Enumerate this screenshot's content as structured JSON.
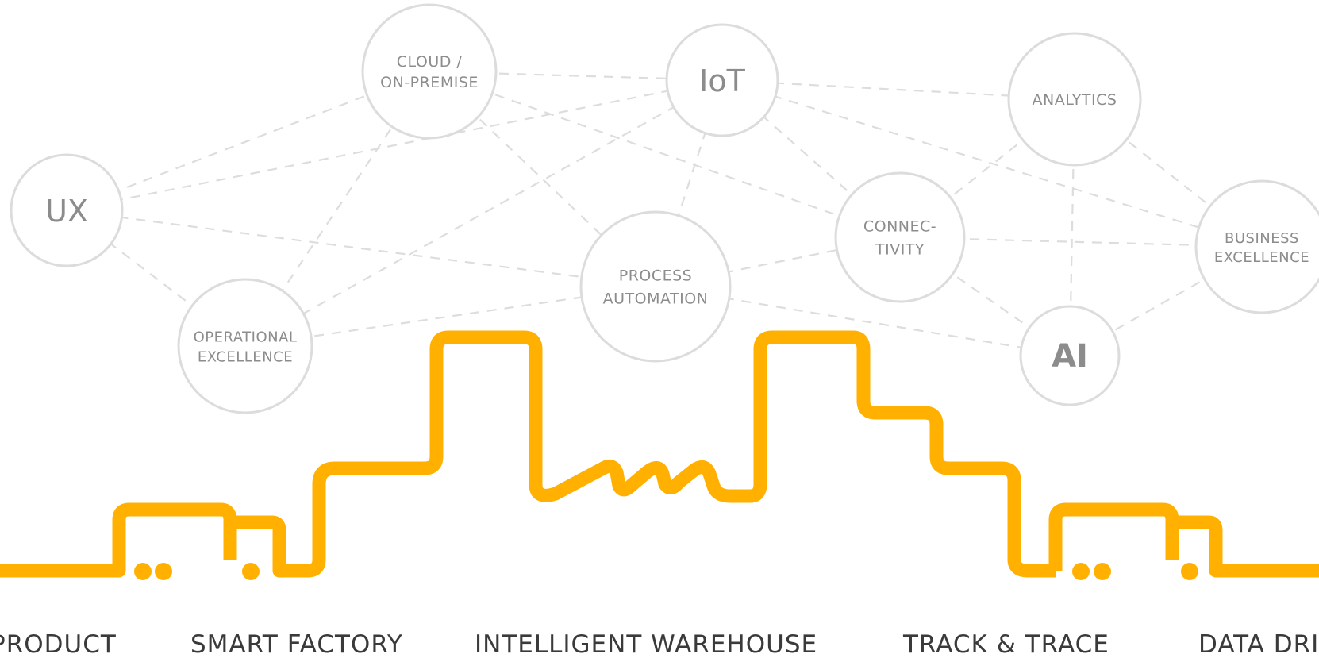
{
  "diagram": {
    "nodes": [
      {
        "id": "cloud",
        "lines": [
          "CLOUD /",
          "ON-PREMISE"
        ]
      },
      {
        "id": "iot",
        "lines": [
          "IoT"
        ]
      },
      {
        "id": "analytics",
        "lines": [
          "ANALYTICS"
        ]
      },
      {
        "id": "ux",
        "lines": [
          "UX"
        ]
      },
      {
        "id": "connectivity",
        "lines": [
          "CONNEC-",
          "TIVITY"
        ]
      },
      {
        "id": "business",
        "lines": [
          "BUSINESS",
          "EXCELLENCE"
        ]
      },
      {
        "id": "process",
        "lines": [
          "PROCESS",
          "AUTOMATION"
        ]
      },
      {
        "id": "operational",
        "lines": [
          "OPERATIONAL",
          "EXCELLENCE"
        ]
      },
      {
        "id": "ai",
        "lines": [
          "AI"
        ]
      }
    ],
    "edges": [
      [
        "cloud",
        "iot"
      ],
      [
        "iot",
        "analytics"
      ],
      [
        "cloud",
        "ux"
      ],
      [
        "cloud",
        "operational"
      ],
      [
        "cloud",
        "process"
      ],
      [
        "cloud",
        "connectivity"
      ],
      [
        "iot",
        "ux"
      ],
      [
        "iot",
        "operational"
      ],
      [
        "iot",
        "process"
      ],
      [
        "iot",
        "connectivity"
      ],
      [
        "iot",
        "business"
      ],
      [
        "ux",
        "operational"
      ],
      [
        "ux",
        "process"
      ],
      [
        "operational",
        "process"
      ],
      [
        "process",
        "connectivity"
      ],
      [
        "process",
        "ai"
      ],
      [
        "connectivity",
        "analytics"
      ],
      [
        "connectivity",
        "ai"
      ],
      [
        "connectivity",
        "business"
      ],
      [
        "analytics",
        "ai"
      ],
      [
        "analytics",
        "business"
      ],
      [
        "ai",
        "business"
      ]
    ]
  },
  "bottom_labels": [
    "PRODUCT",
    "SMART FACTORY",
    "INTELLIGENT WAREHOUSE",
    "TRACK & TRACE",
    "DATA DRIVEN"
  ],
  "colors": {
    "accent": "#ffb000",
    "node_stroke": "#dcdcdc",
    "node_text": "#8c8c8c",
    "label_text": "#3a3a3a"
  }
}
